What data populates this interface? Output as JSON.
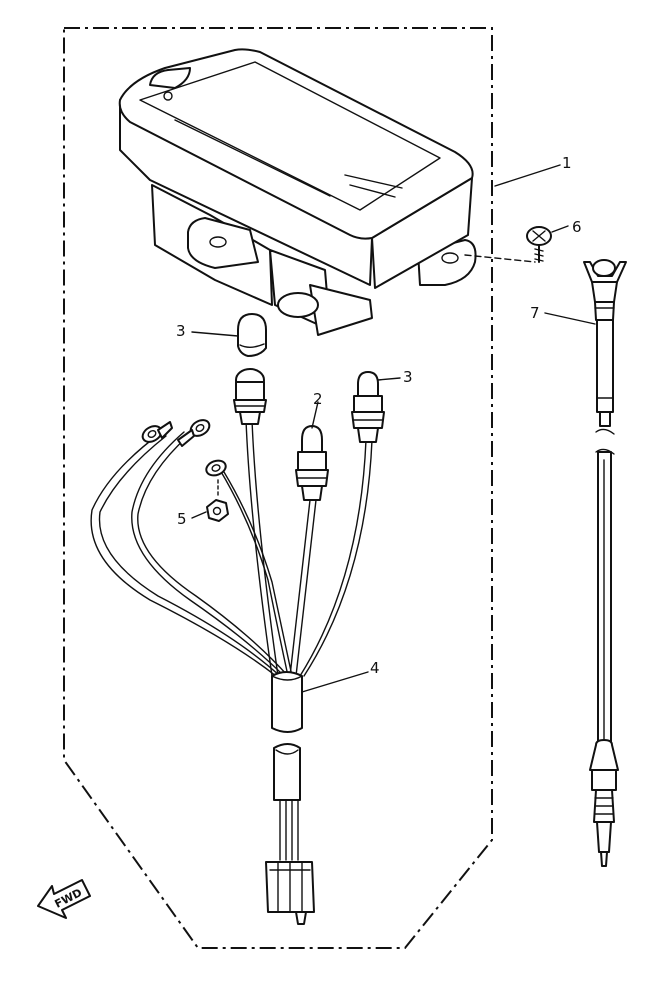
{
  "callouts": {
    "c1": "1",
    "c2": "2",
    "c3a": "3",
    "c3b": "3",
    "c4": "4",
    "c5": "5",
    "c6": "6",
    "c7": "7"
  },
  "direction": {
    "label": "FWD"
  }
}
